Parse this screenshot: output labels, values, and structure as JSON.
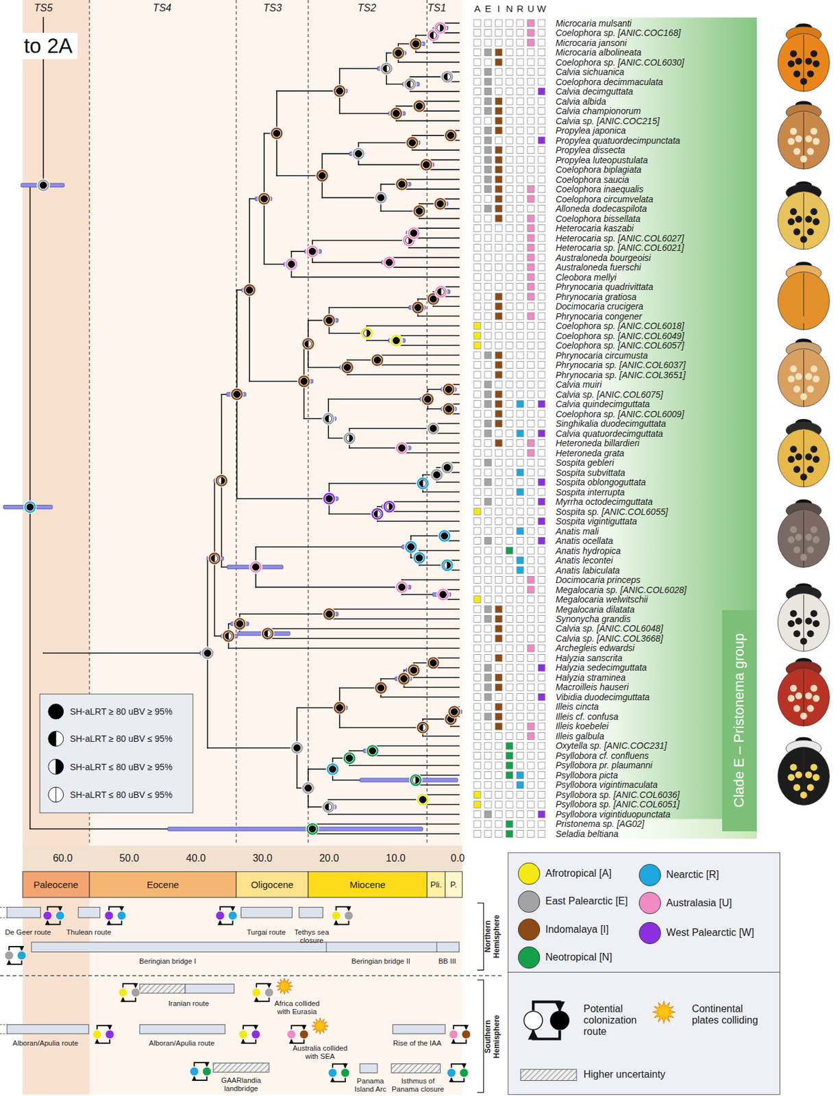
{
  "diagram": {
    "nodes": [
      {
        "text": [
          "to 2A"
        ]
      },
      {
        "text": [
          "Clade E – Pristonema group"
        ]
      }
    ],
    "labels": [
      "TS5",
      "TS4",
      "TS3",
      "TS2",
      "TS1",
      "A",
      "E",
      "I",
      "N",
      "R",
      "U",
      "W",
      "Microcaria mulsanti",
      "Coelophora sp. [ANIC.COC168]",
      "Microcaria jansoni",
      "Microcaria albolineata",
      "Coelophora sp. [ANIC.COL6030]",
      "Calvia sichuanica",
      "Coelophora decimmaculata",
      "Calvia decimguttata",
      "Calvia albida",
      "Calvia championorum",
      "Calvia sp. [ANIC.COC215]",
      "Propylea japonica",
      "Propylea quatuordecimpunctata",
      "Propylea dissecta",
      "Propylea luteopustulata",
      "Coelophora biplagiata",
      "Coelophora saucia",
      "Coelophora inaequalis",
      "Coelophora circumvelata",
      "Alloneda dodecaspilota",
      "Coelophora bissellata",
      "Heterocaria kaszabi",
      "Heterocaria sp. [ANIC.COL6027]",
      "Heterocaria sp. [ANIC.COL6021]",
      "Australoneda bourgeoisi",
      "Australoneda fuerschi",
      "Cleobora mellyi",
      "Phrynocaria quadrivittata",
      "Phrynocaria gratiosa",
      "Docimocaria crucigera",
      "Phrynocaria congener",
      "Coelophora sp. [ANIC.COL6018]",
      "Coelophora sp. [ANIC.COL6049]",
      "Coelophora sp. [ANIC.COL6057]",
      "Phrynocaria circumusta",
      "Phrynocaria sp. [ANIC.COL6037]",
      "Phrynocaria sp. [ANIC.COL3651]",
      "Calvia muiri",
      "Calvia sp. [ANIC.COL6075]",
      "Calvia quindecimguttata",
      "Coelophora sp. [ANIC.COL6009]",
      "Singhikalia duodecimguttata",
      "Calvia quatuordecimguttata",
      "Heteroneda billardieri",
      "Heteroneda grata",
      "Sospita gebleri",
      "Sospita subvittata",
      "Sospita oblongoguttata",
      "Sospita interrupta",
      "Myrrha octodecimguttata",
      "Sospita sp. [ANIC.COL6055]",
      "Sospita vigintiguttata",
      "Anatis mali",
      "Anatis ocellata",
      "Anatis hydropica",
      "Anatis lecontei",
      "Anatis labiculata",
      "Docimocaria princeps",
      "Megalocaria sp. [ANIC.COL6028]",
      "Megalocaria welwitschii",
      "Megalocaria dilatata",
      "Synonycha grandis",
      "Calvia sp. [ANIC.COL6048]",
      "Calvia sp. [ANIC.COL3668]",
      "Archegleis edwardsi",
      "Halyzia sanscrita",
      "Halyzia sedecimguttata",
      "Halyzia straminea",
      "Macroilleis hauseri",
      "Vibidia duodecimguttata",
      "Illeis cincta",
      "Illeis cf. confusa",
      "Illeis koebelei",
      "Illeis galbula",
      "Oxytella sp. [ANIC.COC231]",
      "Psyllobora cf. confluens",
      "Psyllobora pr. plaumanni",
      "Psyllobora picta",
      "Psyllobora vigintimaculata",
      "Psyllobora sp. [ANIC.COL6036]",
      "Psyllobora sp. [ANIC.COL6051]",
      "Psyllobora vigintiduopunctata",
      "Pristonema sp. [AG02]",
      "Seladia beltiana",
      "60.0",
      "50.0",
      "40.0",
      "30.0",
      "20.0",
      "10.0",
      "0.0",
      "Paleocene",
      "Eocene",
      "Oligocene",
      "Miocene",
      "Pli.",
      "P.",
      "De Geer route",
      "Thulean route",
      "Turgai route",
      "Tethys sea closure",
      "Beringian bridge I",
      "Beringian bridge II",
      "BB III",
      "Northern Hemisphere",
      "Iranian route",
      "Africa collided with Eurasia",
      "Alboran/Apulia route",
      "Alboran/Apulia route",
      "Australia collided with SEA",
      "Rise of the IAA",
      "GAARlandia landbridge",
      "Panama Island Arc",
      "Isthmus of Panama closure",
      "Southern Hemisphere"
    ],
    "legend": [
      {
        "text": "SH-aLRT ≥ 80 uBV ≥ 95%"
      },
      {
        "text": "SH-aLRT ≥ 80 uBV ≤ 95%"
      },
      {
        "text": "SH-aLRT ≤ 80 uBV ≥ 95%"
      },
      {
        "text": "SH-aLRT ≤ 80 uBV ≤ 95%"
      },
      {
        "text": "Afrotropical [A]",
        "color": "#f4e916"
      },
      {
        "text": "Nearctic [R]",
        "color": "#1ea6df"
      },
      {
        "text": "East Palearctic [E]",
        "color": "#a3a3a3"
      },
      {
        "text": "Australasia [U]",
        "color": "#f08bc3"
      },
      {
        "text": "Indomalaya [I]",
        "color": "#8b4a14"
      },
      {
        "text": "West Palearctic [W]",
        "color": "#8c2fe0"
      },
      {
        "text": "Neotropical [N]",
        "color": "#14a04a"
      },
      {
        "text": "Potential colonization route"
      },
      {
        "text": "Continental plates colliding"
      },
      {
        "text": "Higher uncertainty"
      }
    ]
  }
}
